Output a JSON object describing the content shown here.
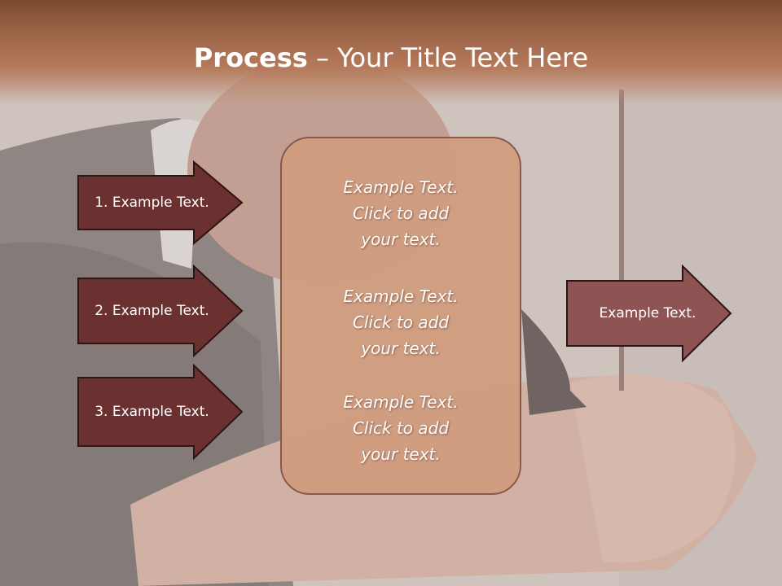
{
  "title": {
    "bold": "Process",
    "rest": " – Your Title Text Here"
  },
  "left_arrows": [
    {
      "label": "1. Example Text."
    },
    {
      "label": "2. Example Text."
    },
    {
      "label": "3. Example Text."
    }
  ],
  "center_box": {
    "blocks": [
      {
        "text": "Example Text.\nClick  to add\nyour text."
      },
      {
        "text": "Example Text.\nClick  to add\nyour text."
      },
      {
        "text": "Example Text.\nClick  to add\nyour text."
      }
    ]
  },
  "right_arrow": {
    "label": "Example Text."
  },
  "colors": {
    "banner": "#9b6346",
    "left_arrow_fill": "#6b3030",
    "right_arrow_fill": "#8e5454",
    "center_box_fill": "#d19d80",
    "outline": "#3a1a1a"
  },
  "background": {
    "description_icon": "photo-background"
  }
}
